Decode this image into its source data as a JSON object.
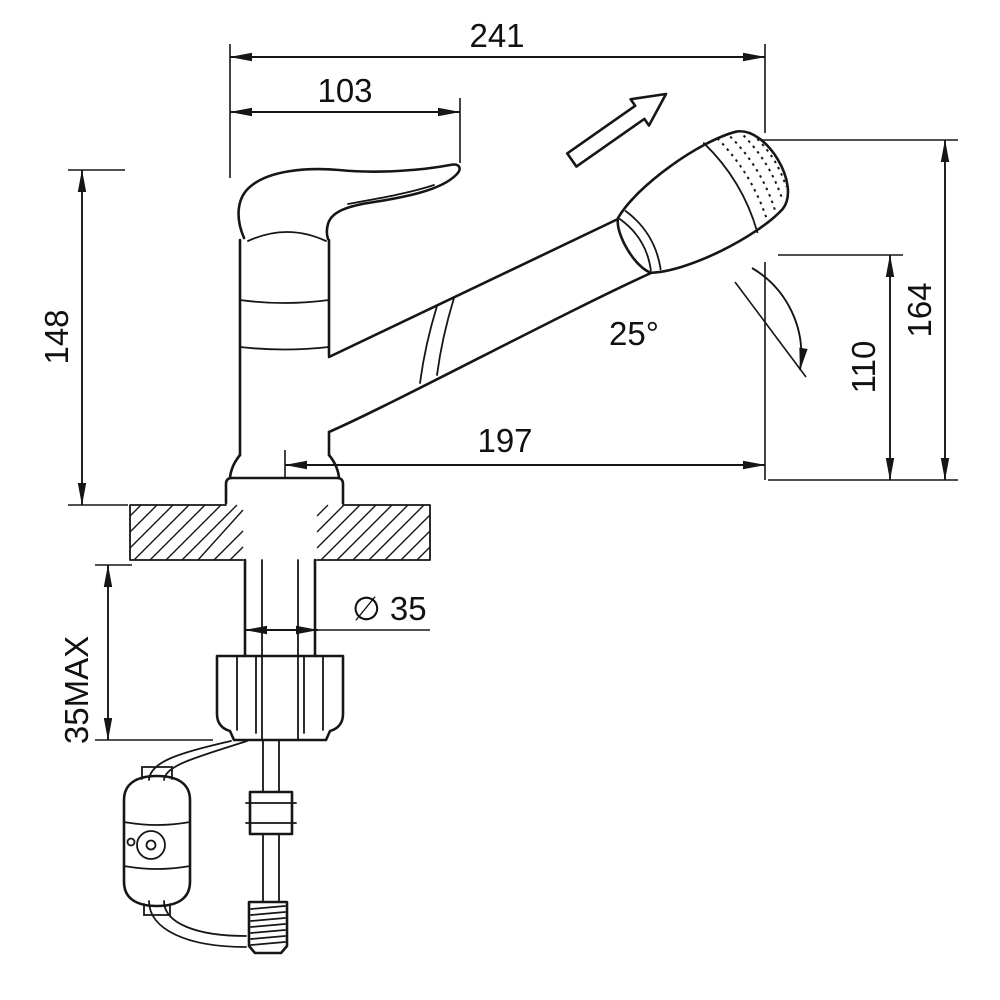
{
  "drawing": {
    "subject": "single-lever kitchen faucet with pull-out spray head, counterweight and supply hose",
    "line_color": "#161616",
    "background": "#ffffff"
  },
  "dims": {
    "total_width": "241",
    "handle_length": "103",
    "base_height": "148",
    "overall_height": "164",
    "outlet_height": "110",
    "spout_reach": "197",
    "head_angle": "25°",
    "shank_diameter": "∅ 35",
    "max_deck_thickness": "35MAX"
  }
}
